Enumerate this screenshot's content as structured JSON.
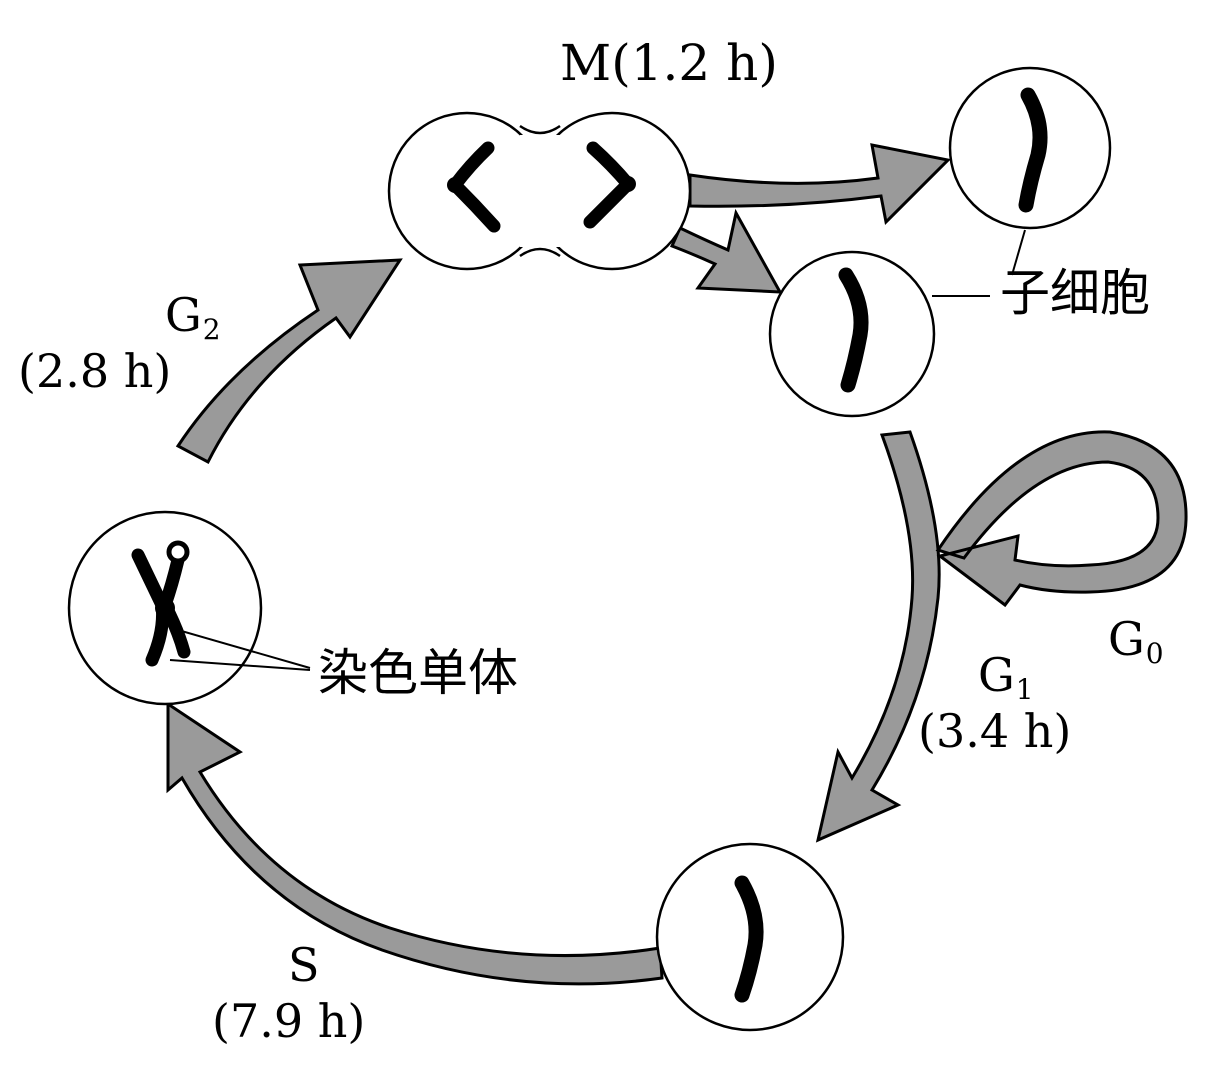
{
  "phases": {
    "m": {
      "name": "M",
      "duration": "(1.2 h)"
    },
    "g2": {
      "letter": "G",
      "subscript": "2",
      "duration": "(2.8 h)"
    },
    "g1": {
      "letter": "G",
      "subscript": "1",
      "duration": "(3.4 h)"
    },
    "g0": {
      "letter": "G",
      "subscript": "0"
    },
    "s": {
      "name": "S",
      "duration": "(7.9 h)"
    }
  },
  "labels": {
    "daughter_cells": "子细胞",
    "sister_chromatids": "染色单体"
  },
  "colors": {
    "arrow_fill": "#9a9a9a",
    "arrow_stroke": "#000000",
    "cell_fill": "#ffffff",
    "chromosome": "#000000"
  }
}
